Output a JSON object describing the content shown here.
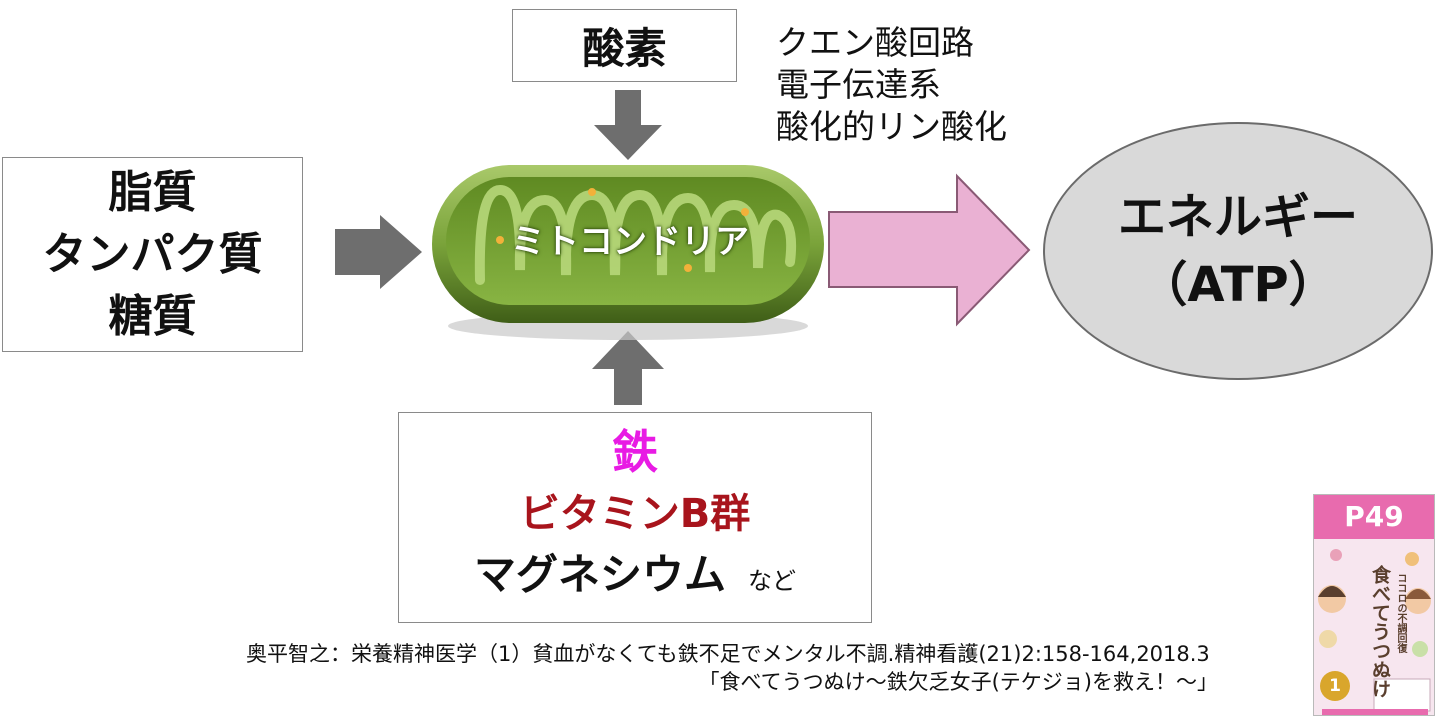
{
  "inputs": {
    "oxygen": "酸素",
    "nutrients": [
      "脂質",
      "タンパク質",
      "糖質"
    ]
  },
  "organelle": {
    "label": "ミトコンドリア"
  },
  "processes": [
    "クエン酸回路",
    "電子伝達系",
    "酸化的リン酸化"
  ],
  "output": {
    "line1": "エネルギー",
    "line2": "（ATP）"
  },
  "cofactors": {
    "iron": "鉄",
    "vitamin_b": "ビタミンB群",
    "magnesium": "マグネシウム",
    "etc": "など"
  },
  "citation": {
    "line1": "奥平智之：栄養精神医学（1）貧血がなくても鉄不足でメンタル不調.精神看護(21)2:158-164,2018.3",
    "line2": "「食べてうつぬけ～鉄欠乏女子(テケジョ)を救え！～」"
  },
  "book": {
    "page_label": "P49",
    "title": "食べてうつぬけ",
    "series": "ココロの不調回復",
    "badge": "1"
  },
  "colors": {
    "iron": "#e81be4",
    "vitamin_b": "#a8141c",
    "arrow_gray": "#6e6e6e",
    "arrow_pink": "#eab1d3",
    "mitochondria": "#7aa33a",
    "ellipse_fill": "#d9d9d9",
    "book_pink": "#e86bae"
  }
}
